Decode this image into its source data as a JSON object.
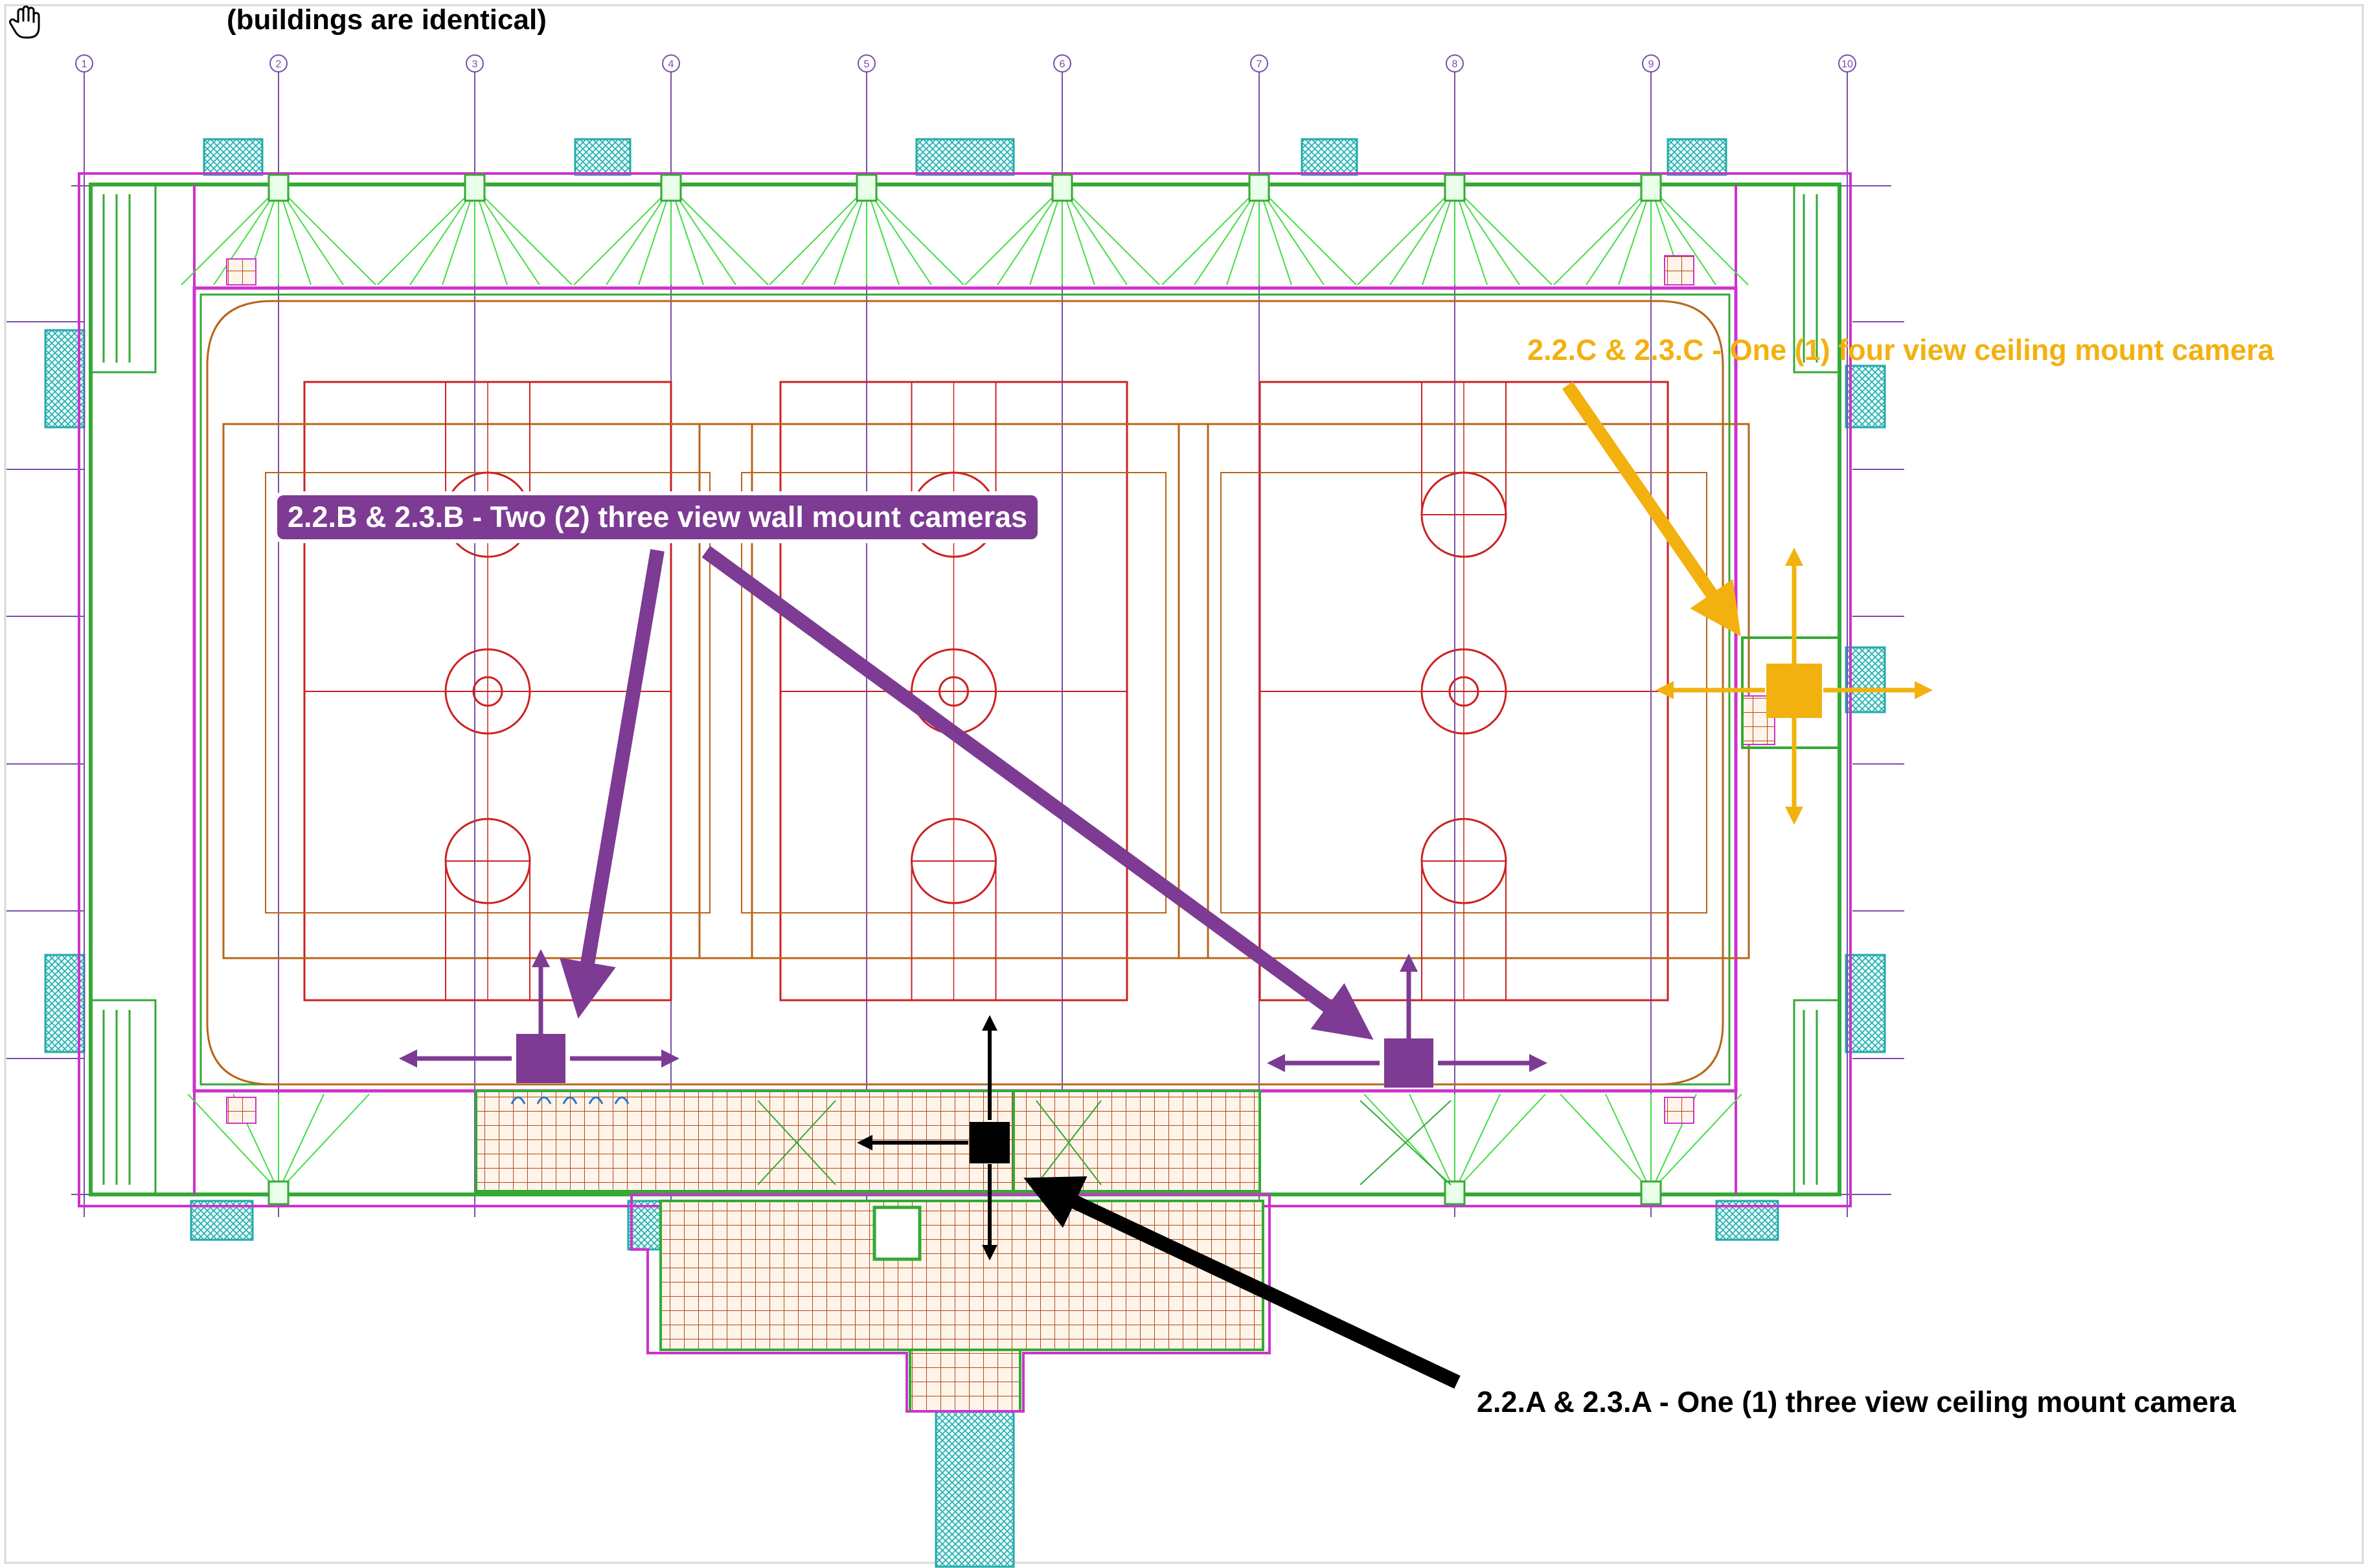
{
  "viewer": {
    "heading": "(buildings are identical)",
    "tool_icon": "hand-pan-icon"
  },
  "grid_columns": [
    "1",
    "2",
    "3",
    "4",
    "5",
    "6",
    "7",
    "8",
    "9",
    "10"
  ],
  "annotations": {
    "camera_c": {
      "label": "2.2.C & 2.3.C - One (1) four view ceiling mount camera",
      "color": "#f2b10f"
    },
    "camera_b": {
      "label": "2.2.B & 2.3.B - Two (2) three view wall mount cameras",
      "color": "#7d3b94"
    },
    "camera_a": {
      "label": "2.2.A & 2.3.A - One (1) three view ceiling mount camera",
      "color": "#000000"
    }
  },
  "colors": {
    "wall": "#cc33cc",
    "wall_fill": "#33aa33",
    "hatch": "#22aaaa",
    "court": "#cc2222",
    "court_outer": "#b8651a",
    "grid": "#7a4fa8",
    "camera_sweep": "#44dd44",
    "floor_grid": "#b04a1a"
  }
}
